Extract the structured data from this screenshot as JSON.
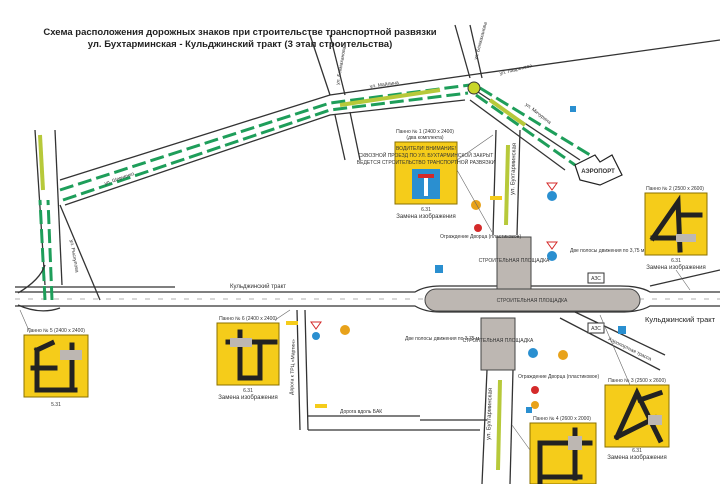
{
  "title": {
    "line1": "Схема расположения дорожных знаков при строительстве транспортной развязки",
    "line2": "ул. Бухтарминская - Кульджинский тракт (3 этап строительства)"
  },
  "streets": {
    "kuldzha": "Кульджинский тракт",
    "kuldzha_right": "Кульджинский тракт",
    "bukhtarma_north": "ул. Бухтарминская",
    "bukhtarma_south": "ул. Бухтарминская",
    "shevchenko": "ул. Шевченко",
    "mailina": "ул. Майлина",
    "lavrenova": "ул. Лавренева",
    "michurina": "ул. Мичурина",
    "left_vertical": "ул. Рыскулова",
    "cross_mid": "ул. Бекмаханова",
    "cross_roundabout": "ул. Бекмаханова",
    "martin_road": "Дорога к ТРЦ «Мартин»",
    "bak_road": "Дорога вдоль БАК",
    "airport_road": "Аэропортная трасса"
  },
  "places": {
    "airport": "АЭРОПОРТ",
    "site_main": "СТРОИТЕЛЬНАЯ ПЛОЩАДКА",
    "site_north": "СТРОИТЕЛЬНАЯ ПЛОЩАДКА",
    "site_south": "СТРОИТЕЛЬНАЯ ПЛОЩАДКА",
    "gas_station_1": "АЗС",
    "gas_station_2": "АЗС"
  },
  "notes": {
    "lanes_north": "Две полосы движения по 3,75 м",
    "lanes_south": "Две полосы движения по 3,75 м",
    "fence_1": "Ограждение Дворца (пластиковое)",
    "fence_2": "Ограждение Дворца (пластиковое)"
  },
  "panels": [
    {
      "title": "Панно № 1 (2400 х 2400)",
      "sub": "(два комплекта)",
      "text1": "ВОДИТЕЛИ! ВНИМАНИЕ!",
      "text2": "СКВОЗНОЙ ПРОЕЗД ПО УЛ. БУХТАРМИНСКОЙ ЗАКРЫТ",
      "text3": "ВЕДЕТСЯ СТРОИТЕЛЬСТВО ТРАНСПОРТНОЙ РАЗВЯЗКИ",
      "code": "6.31",
      "caption": "Замена изображения"
    },
    {
      "title": "Панно № 2 (2500 х 2600)",
      "code": "6.31",
      "caption": "Замена изображения"
    },
    {
      "title": "Панно № 3 (2500 х 2600)",
      "code": "6.31",
      "caption": "Замена изображения"
    },
    {
      "title": "Панно № 4 (2600 х 2000)"
    },
    {
      "title": "Панно № 5 (2400 х 2400)",
      "code": "5.31"
    },
    {
      "title": "Панно № 6 (2400 х 2400)",
      "code": "6.31",
      "caption": "Замена изображения"
    }
  ],
  "colors": {
    "green_route": "#1e9e5a",
    "panel_yellow": "#f5cc1a",
    "site_gray": "#bdb7b2",
    "sign_blue": "#2a8fd0",
    "sign_red": "#d42a2a"
  }
}
